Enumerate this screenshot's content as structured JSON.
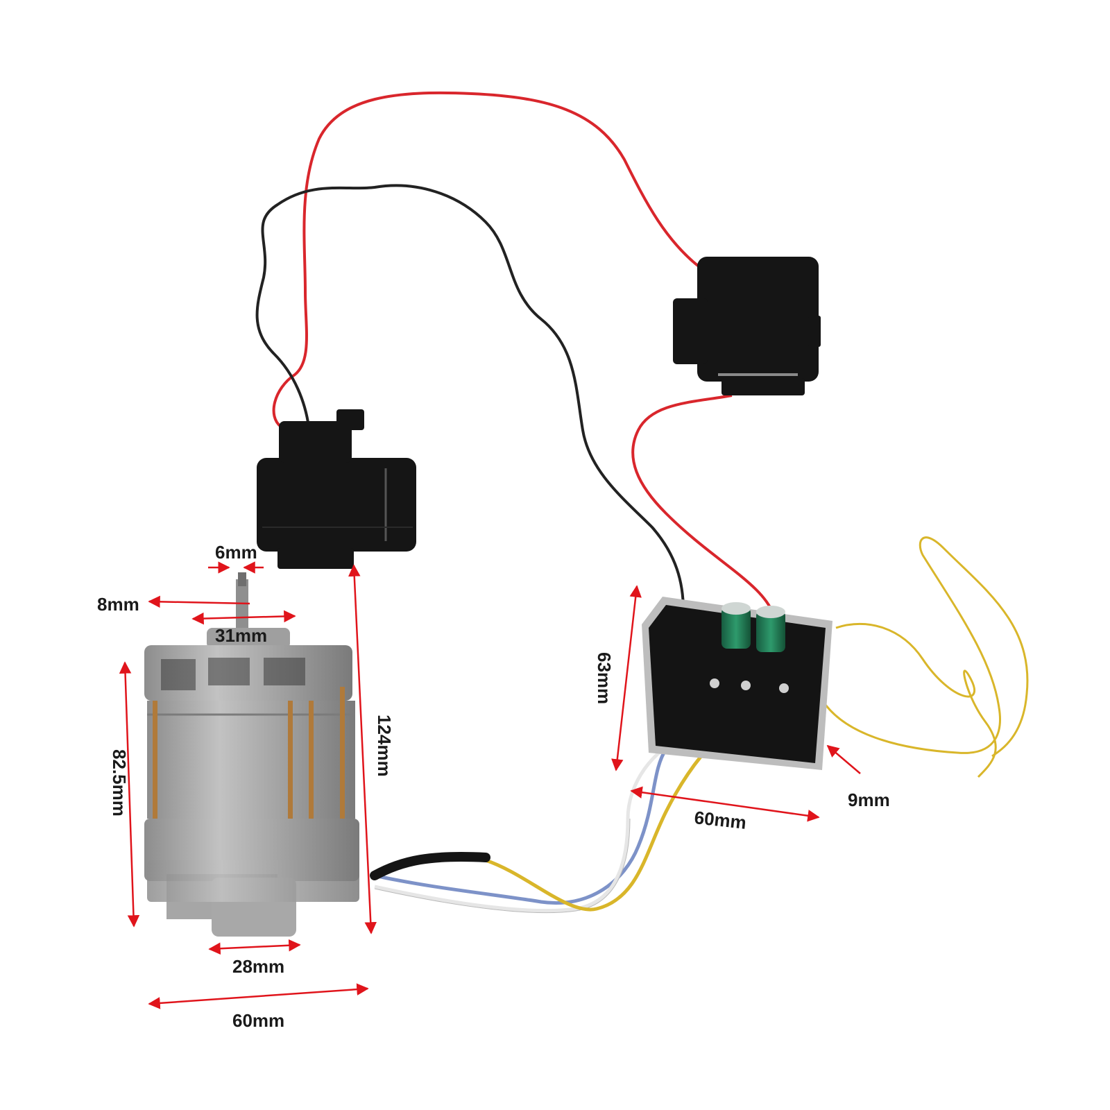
{
  "dimensions": {
    "shaft_thread": "6mm",
    "shaft_diameter": "8mm",
    "top_boss": "31mm",
    "motor_height": "82.5mm",
    "overall_length": "124mm",
    "front_boss": "28mm",
    "motor_width": "60mm",
    "board_height": "63mm",
    "board_width": "60mm",
    "board_thickness": "9mm"
  },
  "colors": {
    "dimension_line": "#e0141b",
    "label_text": "#1a1a1a",
    "red_wire": "#d9262c",
    "black_wire": "#222222",
    "yellow_wire": "#d9b62a",
    "blue_wire": "#7d92c8",
    "white_wire": "#e6e6e6",
    "motor_body": "#a3a3a3",
    "connector": "#151515",
    "capacitor": "#1f7a55"
  }
}
